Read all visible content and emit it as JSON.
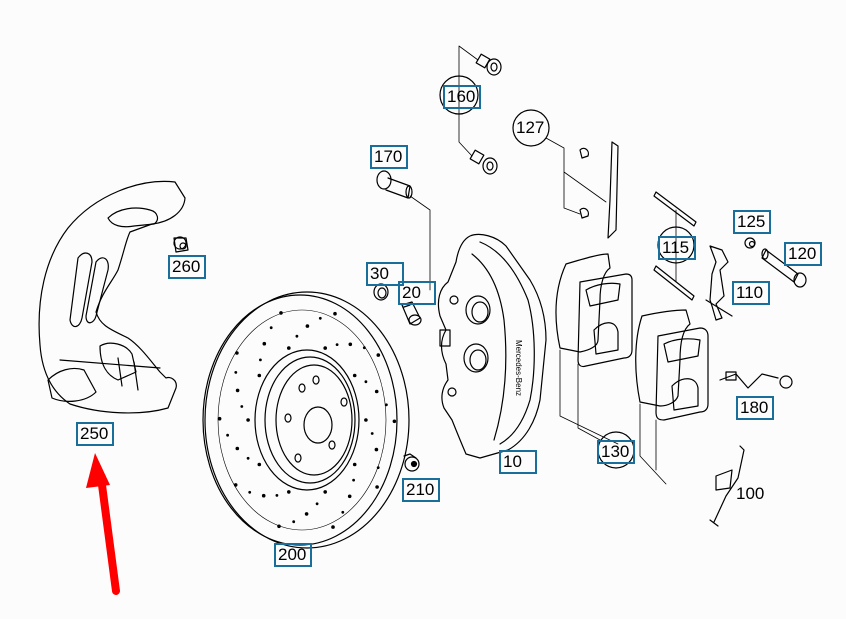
{
  "title": "Front brake assembly exploded parts diagram",
  "colors": {
    "label_box": "#1a6e9a",
    "highlight_arrow": "#ff0000",
    "line_art": "#000000",
    "background": "#fcfcfd"
  },
  "callouts": [
    {
      "id": "10",
      "text": "10",
      "style": "boxed",
      "part": "brake-caliper"
    },
    {
      "id": "20",
      "text": "20",
      "style": "boxed",
      "part": "bleeder-valve"
    },
    {
      "id": "30",
      "text": "30",
      "style": "boxed",
      "part": "bleeder-cap"
    },
    {
      "id": "100",
      "text": "100",
      "style": "plain",
      "part": "wear-sensor-cable"
    },
    {
      "id": "110",
      "text": "110",
      "style": "boxed",
      "part": "pad-spring"
    },
    {
      "id": "115",
      "text": "115",
      "style": "boxed-circled",
      "part": "guide-pins"
    },
    {
      "id": "120",
      "text": "120",
      "style": "boxed",
      "part": "bolt"
    },
    {
      "id": "125",
      "text": "125",
      "style": "boxed",
      "part": "nut"
    },
    {
      "id": "127",
      "text": "127",
      "style": "circled",
      "part": "heat-shield-clip"
    },
    {
      "id": "130",
      "text": "130",
      "style": "boxed-circled",
      "part": "brake-pads"
    },
    {
      "id": "160",
      "text": "160",
      "style": "boxed-circled",
      "part": "caliper-pistons"
    },
    {
      "id": "170",
      "text": "170",
      "style": "boxed",
      "part": "caliper-bolt"
    },
    {
      "id": "180",
      "text": "180",
      "style": "boxed",
      "part": "wear-sensor"
    },
    {
      "id": "200",
      "text": "200",
      "style": "boxed",
      "part": "brake-disc"
    },
    {
      "id": "210",
      "text": "210",
      "style": "boxed",
      "part": "disc-screw"
    },
    {
      "id": "250",
      "text": "250",
      "style": "boxed",
      "part": "splash-shield",
      "highlighted": true
    },
    {
      "id": "260",
      "text": "260",
      "style": "boxed",
      "part": "shield-bolt"
    }
  ],
  "caliper_brand_text": "Mercedes-Benz",
  "highlight": {
    "target": "250",
    "icon": "red-arrow-icon"
  }
}
